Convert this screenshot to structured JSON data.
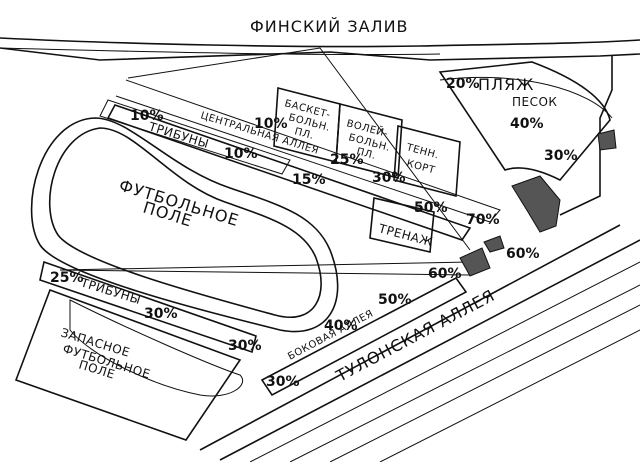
{
  "map": {
    "labels": {
      "gulf": "ФИНСКИЙ ЗАЛИВ",
      "beach": "ПЛЯЖ",
      "sand": "ПЕСОК",
      "central_alley": "ЦЕНТРАЛЬНАЯ АЛЛЕЯ",
      "basketball_1": "БАСКЕТ-",
      "basketball_2": "БОЛЬН.",
      "basketball_3": "ПЛ.",
      "volleyball_1": "ВОЛЕЙ-",
      "volleyball_2": "БОЛЬН.",
      "volleyball_3": "ПЛ.",
      "tennis_1": "ТЕНН.",
      "tennis_2": "КОРТ",
      "trainer": "ТРЕНАЖ",
      "football_1": "ФУТБОЛЬНОЕ",
      "football_2": "ПОЛЕ",
      "stands_top": "ТРИБУНЫ",
      "stands_bottom": "ТРИБУНЫ",
      "spare_1": "ЗАПАСНОЕ",
      "spare_2": "ФУТБОЛЬНОЕ",
      "spare_3": "ПОЛЕ",
      "side_alley": "БОКОВАЯ АЛЛЕЯ",
      "tulon_alley": "ТУЛОНСКАЯ АЛЛЕЯ"
    },
    "percentages": {
      "beach_left": "20%",
      "beach_sand": "40%",
      "beach_right": "30%",
      "stands_top_left": "10%",
      "central_1": "10%",
      "central_2": "10%",
      "central_3": "15%",
      "central_4": "25%",
      "central_5": "30%",
      "central_6": "50%",
      "central_7": "70%",
      "entrance_left": "60%",
      "entrance_right": "60%",
      "stands_bottom_left": "25%",
      "stands_bottom_mid": "30%",
      "stands_bottom_right": "30%",
      "side_alley_1": "50%",
      "side_alley_2": "40%",
      "side_alley_3": "30%"
    }
  }
}
